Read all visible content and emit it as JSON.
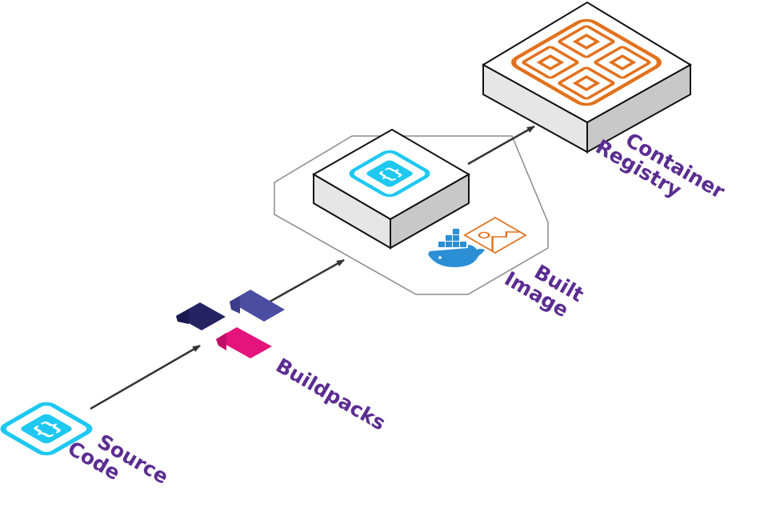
{
  "nodes": {
    "source_code": {
      "label_line1": "Source",
      "label_line2": "Code",
      "icon": "code-file-icon"
    },
    "buildpacks": {
      "label": "Buildpacks",
      "icon": "buildpacks-logo-icon"
    },
    "built_image": {
      "label_line1": "Built",
      "label_line2": "Image",
      "icons": [
        "code-file-icon",
        "docker-whale-icon",
        "image-icon"
      ]
    },
    "container_registry": {
      "label_line1": "Container",
      "label_line2": "Registry",
      "icon": "container-registry-icon"
    }
  },
  "colors": {
    "label": "#5b2d91",
    "code_icon": "#1ec8f0",
    "registry_icon": "#e2711d",
    "docker": "#2b8fd6",
    "buildpacks_dark": "#252362",
    "buildpacks_mid": "#4b4da1",
    "buildpacks_pink": "#e4147c",
    "arrow": "#333333"
  }
}
